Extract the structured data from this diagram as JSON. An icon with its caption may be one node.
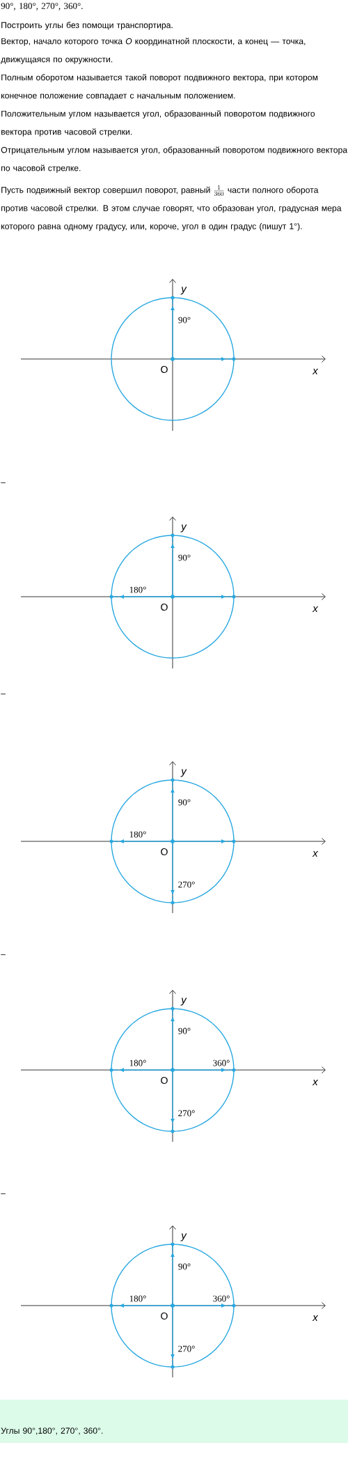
{
  "diagram": {
    "labels": [
      "90°, 180°, 270°, 360°.",
      "Построить углы без помощи транспортира.",
      "Вектор, начало которого точка *O* координатной плоскости, а конец — точка, движущаяся по окружности.",
      "Полным оборотом называется такой поворот подвижного вектора, при котором конечное положение совпадает с начальным положением.",
      "Положительным углом называется угол, образованный поворотом подвижного вектора против часовой стрелки.",
      "Отрицательным углом называется угол, образованный поворотом подвижного вектора по часовой стрелке.",
      "Пусть подвижный вектор совершил поворот, равный",
      "\\frac{1}{360}",
      "части полного оборота против часовой стрелки. В этом случае говорят, что образован угол, градусная мера которого равна одному градусу, или, короче, угол в один градус (пишут 1°).",
      "y",
      "90°",
      "O",
      "x",
      "–",
      "y",
      "90°",
      "180°",
      "O",
      "x",
      "–",
      "y",
      "90°",
      "180°",
      "O",
      "x",
      "270°",
      "–",
      "y",
      "90°",
      "180°",
      "360°",
      "O",
      "x",
      "270°",
      "–",
      "y",
      "90°",
      "180°",
      "360°",
      "O",
      "x",
      "270°",
      "Углы 90°,180°, 270°, 360°."
    ]
  }
}
